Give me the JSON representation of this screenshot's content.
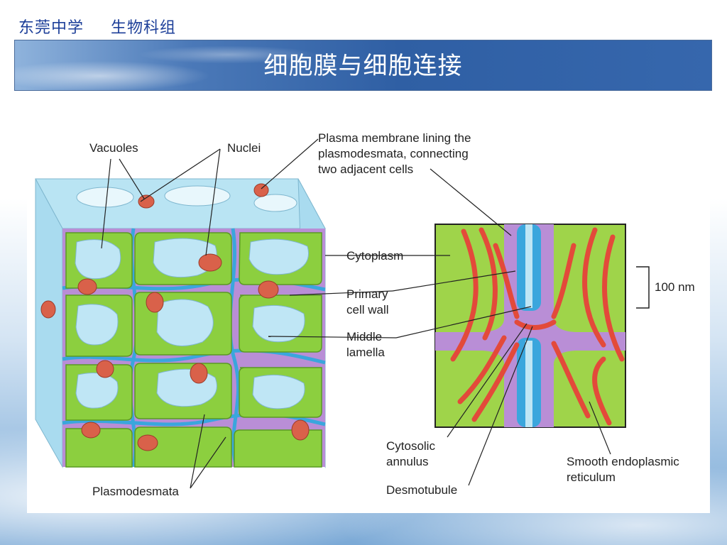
{
  "header": {
    "school": "东莞中学",
    "group": "生物科组",
    "title": "细胞膜与细胞连接"
  },
  "diagram": {
    "labels": {
      "vacuoles": "Vacuoles",
      "nuclei": "Nuclei",
      "plasma_line1": "Plasma membrane lining the",
      "plasma_line2": "plasmodesmata, connecting",
      "plasma_line3": "two adjacent cells",
      "cytoplasm": "Cytoplasm",
      "primary_line1": "Primary",
      "primary_line2": "cell wall",
      "middle_line1": "Middle",
      "middle_line2": "lamella",
      "scale": "100 nm",
      "cytosolic_line1": "Cytosolic",
      "cytosolic_line2": "annulus",
      "desmotubule": "Desmotubule",
      "ser_line1": "Smooth endoplasmic",
      "ser_line2": "reticulum",
      "plasmodesmata": "Plasmodesmata"
    }
  },
  "colors": {
    "brand_blue": "#1d3f99",
    "cytoplasm_green": "#8ccf3f",
    "wall_purple": "#b98ed6",
    "membrane_blue": "#3aa6dd",
    "vacuole_blue": "#bfe6f5",
    "nucleus_red": "#d9614a"
  }
}
